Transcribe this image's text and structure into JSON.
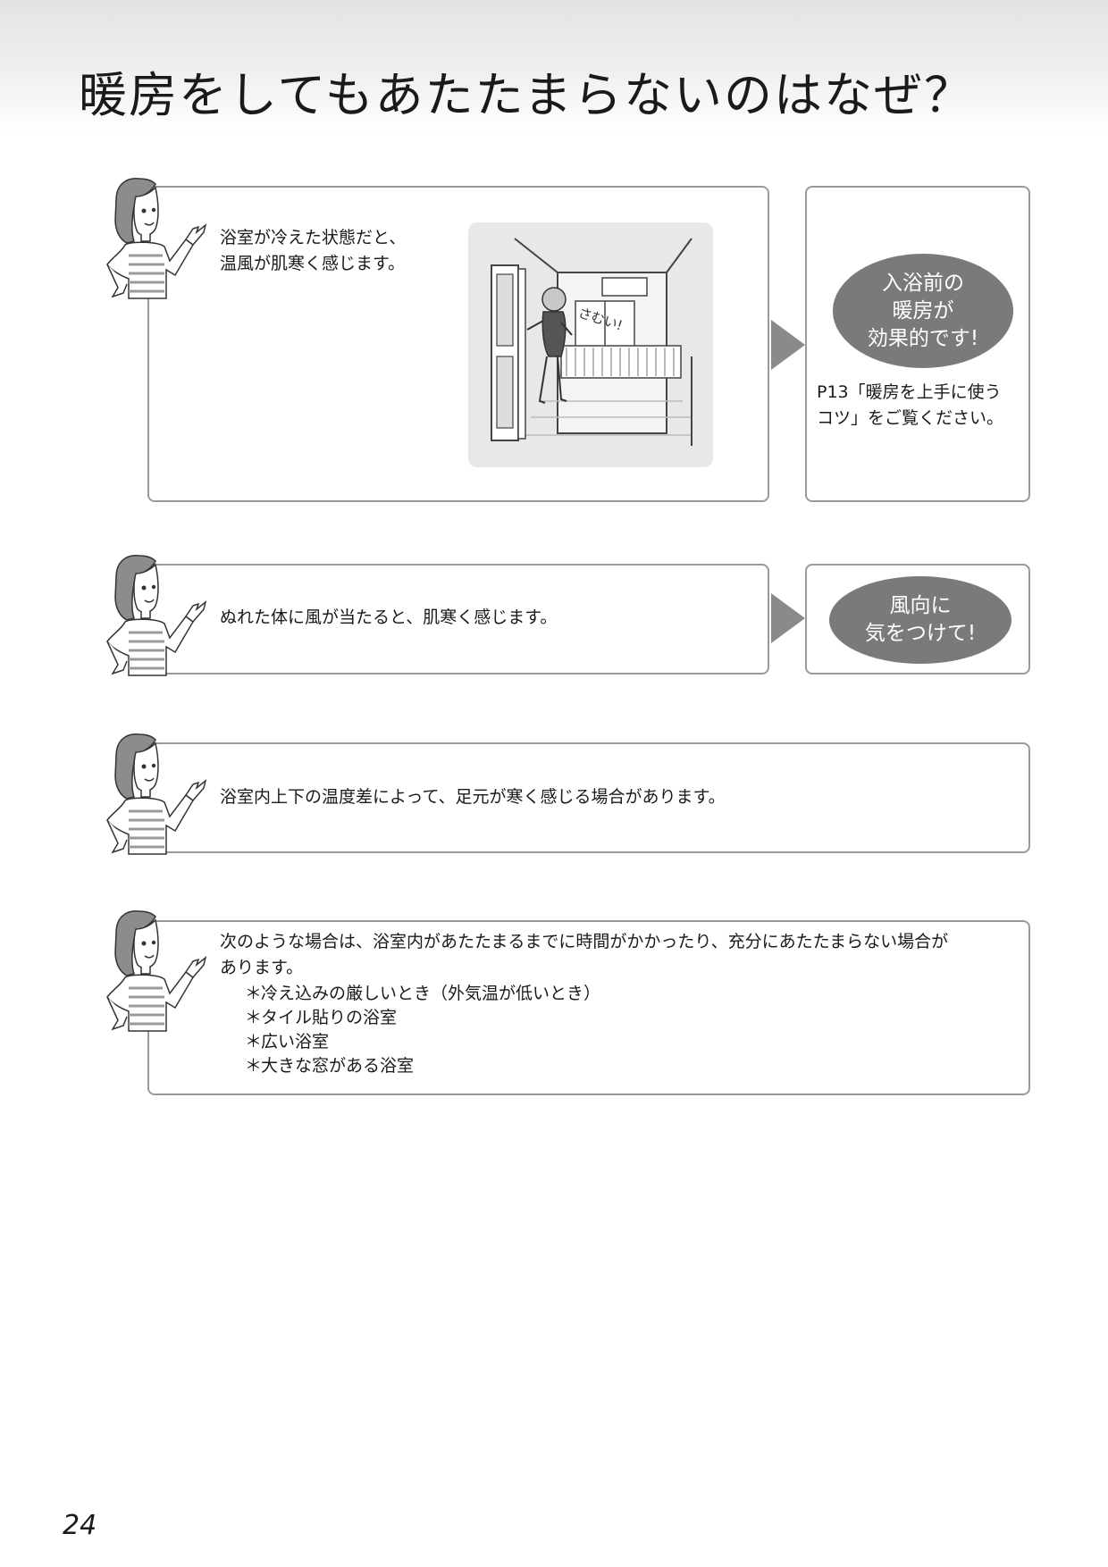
{
  "page": {
    "title": "暖房をしてもあたたまらないのはなぜ？",
    "page_number": "24"
  },
  "sections": [
    {
      "lines": [
        "浴室が冷えた状態だと、",
        "温風が肌寒く感じます。"
      ],
      "illustration_text": "さむい!",
      "advice_oval": "入浴前の\n暖房が\n効果的です!",
      "advice_note": [
        "P13「暖房を上手に使う",
        "コツ」をご覧ください。"
      ]
    },
    {
      "lines": [
        "ぬれた体に風が当たると、肌寒く感じます。"
      ],
      "advice_oval": "風向に\n気をつけて!"
    },
    {
      "lines": [
        "浴室内上下の温度差によって、足元が寒く感じる場合があります。"
      ]
    },
    {
      "lines": [
        "次のような場合は、浴室内があたたまるまでに時間がかかったり、充分にあたたまらない場合が",
        "あります。"
      ],
      "bullets": [
        "冷え込みの厳しいとき（外気温が低いとき）",
        "タイル貼りの浴室",
        "広い浴室",
        "大きな窓がある浴室"
      ],
      "bullet_marker": "＊"
    }
  ],
  "colors": {
    "oval": "#7a7a7a",
    "border": "#9a9a9a",
    "arrow": "#8a8a8a"
  }
}
